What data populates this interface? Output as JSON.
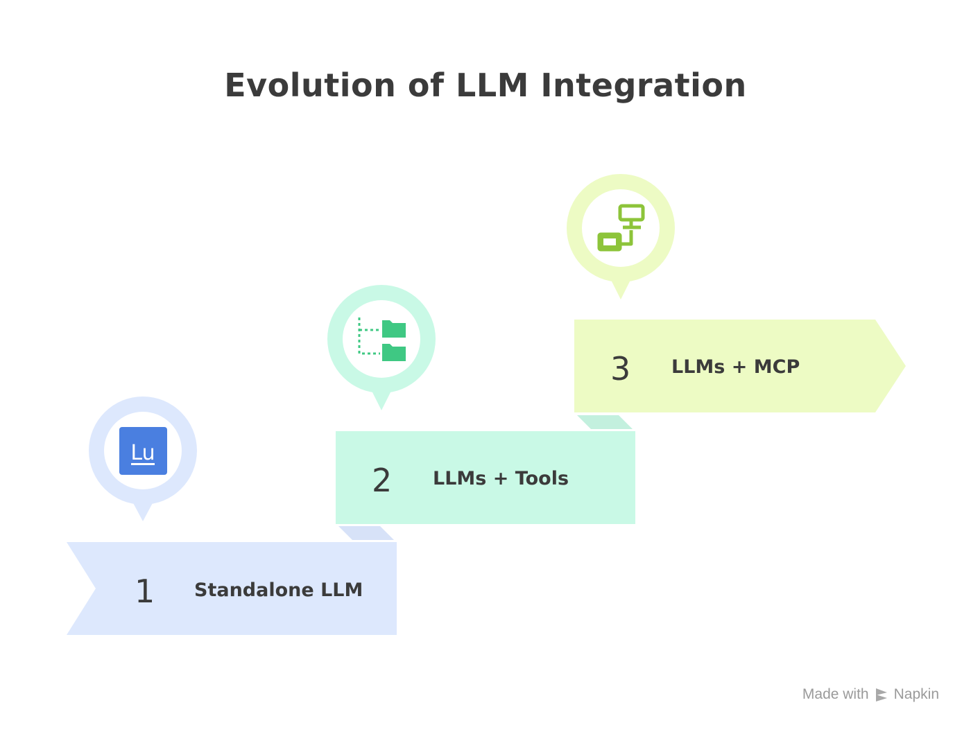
{
  "title": "Evolution of LLM Integration",
  "steps": [
    {
      "number": "1",
      "label": "Standalone LLM",
      "icon": "lu-icon",
      "color": "#dde8fd",
      "pin_ring": "#dde8fd",
      "icon_color": "#4a7fe0"
    },
    {
      "number": "2",
      "label": "LLMs + Tools",
      "icon": "folder-tree-icon",
      "color": "#c9f9e6",
      "pin_ring": "#c9f9e6",
      "icon_color": "#3fc883"
    },
    {
      "number": "3",
      "label": "LLMs + MCP",
      "icon": "network-icon",
      "color": "#edfbc4",
      "pin_ring": "#edfbc4",
      "icon_color": "#8dc43a"
    }
  ],
  "footer": {
    "made_with": "Made with",
    "brand": "Napkin",
    "icon": "napkin-logo-icon"
  }
}
